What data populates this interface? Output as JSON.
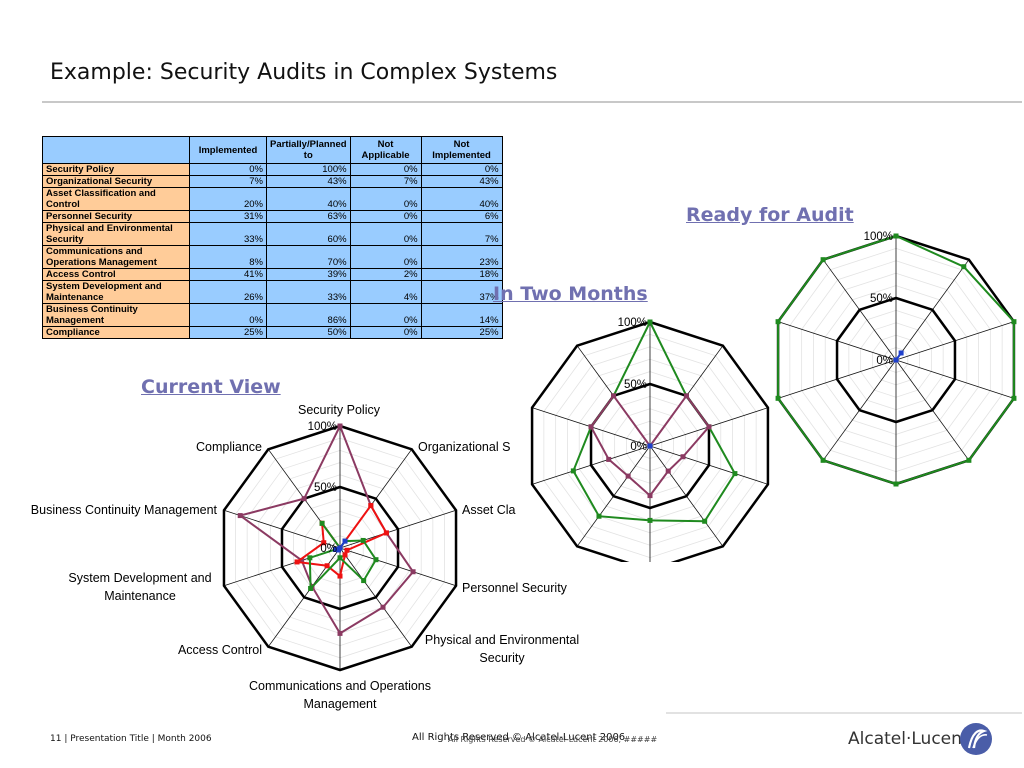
{
  "slide": {
    "title": "Example: Security Audits in Complex Systems",
    "footer_left": "11 | Presentation Title | Month 2006",
    "footer_center": "All Rights Reserved © Alcatel-Lucent 2006",
    "footer_center_overlap": "All Rights Reserved © Alcatel-Lucent 2006, #####",
    "logo_text": "Alcatel·Lucent",
    "colors": {
      "table_header": "#99ccff",
      "table_rowlabel": "#ffcc99",
      "label_purple": "#7070b0"
    }
  },
  "table": {
    "headers": [
      "Implemented",
      "Partially/Planned to",
      "Not Applicable",
      "Not Implemented"
    ],
    "rows": [
      {
        "label": "Security Policy",
        "values": [
          "0%",
          "100%",
          "0%",
          "0%"
        ]
      },
      {
        "label": "Organizational Security",
        "values": [
          "7%",
          "43%",
          "7%",
          "43%"
        ]
      },
      {
        "label": "Asset Classification and Control",
        "values": [
          "20%",
          "40%",
          "0%",
          "40%"
        ]
      },
      {
        "label": "Personnel Security",
        "values": [
          "31%",
          "63%",
          "0%",
          "6%"
        ]
      },
      {
        "label": "Physical and Environmental Security",
        "values": [
          "33%",
          "60%",
          "0%",
          "7%"
        ]
      },
      {
        "label": "Communications and Operations Management",
        "values": [
          "8%",
          "70%",
          "0%",
          "23%"
        ]
      },
      {
        "label": "Access Control",
        "values": [
          "41%",
          "39%",
          "2%",
          "18%"
        ]
      },
      {
        "label": "System Development and Maintenance",
        "values": [
          "26%",
          "33%",
          "4%",
          "37%"
        ]
      },
      {
        "label": "Business Continuity Management",
        "values": [
          "0%",
          "86%",
          "0%",
          "14%"
        ]
      },
      {
        "label": "Compliance",
        "values": [
          "25%",
          "50%",
          "0%",
          "25%"
        ]
      }
    ]
  },
  "chart_data": [
    {
      "type": "radar",
      "label": "Current View",
      "categories": [
        "Security Policy",
        "Organizational Security",
        "Asset Classification and Control",
        "Personnel Security",
        "Physical and Environmental Security",
        "Communications and Operations Management",
        "Access Control",
        "System Development and Maintenance",
        "Business Continuity Management",
        "Compliance"
      ],
      "axis_labels": [
        "Security Policy",
        "Organizational S",
        "Asset Cla",
        "Personnel Security",
        "Physical and Environmental Security",
        "Communications and Operations Management",
        "Access Control",
        "System Development and Maintenance",
        "Business Continuity Management",
        "Compliance"
      ],
      "ticks": [
        "0%",
        "50%",
        "100%"
      ],
      "rlim": [
        0,
        100
      ],
      "series": [
        {
          "color": "#8b3a62",
          "values": [
            100,
            43,
            40,
            63,
            60,
            70,
            39,
            33,
            86,
            50
          ]
        },
        {
          "color": "#ee1111",
          "values": [
            0,
            43,
            40,
            6,
            7,
            23,
            18,
            37,
            14,
            25
          ]
        },
        {
          "color": "#1f8a1f",
          "values": [
            0,
            7,
            20,
            31,
            33,
            8,
            41,
            26,
            0,
            25
          ]
        },
        {
          "color": "#1e3fcc",
          "values": [
            0,
            7,
            0,
            0,
            0,
            0,
            2,
            4,
            0,
            0
          ]
        }
      ]
    },
    {
      "type": "radar",
      "label": "In Two Months",
      "ticks": [
        "0%",
        "50%",
        "100%"
      ],
      "rlim": [
        0,
        100
      ],
      "series": [
        {
          "color": "#1f8a1f",
          "values": [
            100,
            50,
            50,
            72,
            75,
            60,
            70,
            65,
            50,
            50
          ]
        },
        {
          "color": "#8b3a62",
          "values": [
            0,
            50,
            50,
            28,
            25,
            40,
            30,
            35,
            50,
            50
          ]
        },
        {
          "color": "#ee1111",
          "values": [
            0,
            0,
            0,
            0,
            0,
            0,
            0,
            0,
            0,
            0
          ]
        },
        {
          "color": "#1e3fcc",
          "values": [
            0,
            0,
            0,
            0,
            0,
            0,
            0,
            0,
            0,
            0
          ]
        }
      ]
    },
    {
      "type": "radar",
      "label": "Ready for Audit",
      "ticks": [
        "0%",
        "50%",
        "100%"
      ],
      "rlim": [
        0,
        100
      ],
      "series": [
        {
          "color": "#1f8a1f",
          "values": [
            100,
            93,
            100,
            100,
            100,
            100,
            100,
            100,
            100,
            100
          ]
        },
        {
          "color": "#ee1111",
          "values": [
            0,
            0,
            0,
            0,
            0,
            0,
            0,
            0,
            0,
            0
          ]
        },
        {
          "color": "#1e3fcc",
          "values": [
            0,
            7,
            0,
            0,
            0,
            0,
            0,
            0,
            0,
            0
          ]
        }
      ]
    }
  ]
}
